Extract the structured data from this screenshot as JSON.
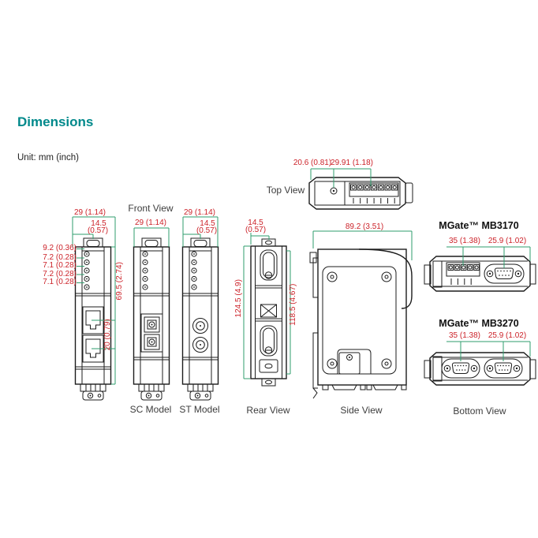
{
  "page": {
    "title": "Dimensions",
    "unit_label": "Unit: mm (inch)",
    "accent_color": "#00898b",
    "dim_text_color": "#cc2229",
    "dim_line_color": "#2f9e6e",
    "line_art_color": "#1c1c1c"
  },
  "labels": {
    "top_view": "Top View",
    "front_view": "Front View",
    "sc_model": "SC Model",
    "st_model": "ST Model",
    "rear_view": "Rear View",
    "side_view": "Side View",
    "bottom_view": "Bottom View"
  },
  "products": {
    "mb3170": "MGate™ MB3170",
    "mb3270": "MGate™ MB3270"
  },
  "dims": {
    "top": {
      "left_to_circle": "20.6 (0.81)",
      "circle_to_terminal": "29.91 (1.18)"
    },
    "front_eth": {
      "width": "29 (1.14)",
      "half_mm": "14.5",
      "half_in": "(0.57)",
      "led_spacing": [
        "9.2 (0.36)",
        "7.2 (0.28)",
        "7.1 (0.28)",
        "7.2 (0.28)",
        "7.1 (0.28)"
      ],
      "body_height": "69.5 (2.74)",
      "port_spacing": "20 (0.79)"
    },
    "front_sc": {
      "width": "29 (1.14)"
    },
    "front_st": {
      "width": "29 (1.14)",
      "half_mm": "14.5",
      "half_in": "(0.57)"
    },
    "rear": {
      "half_mm": "14.5",
      "half_in": "(0.57)",
      "outer_height": "124.5 (4.9)",
      "inner_height": "118.5 (4.67)"
    },
    "side": {
      "depth": "89.2 (3.51)"
    },
    "mb3170": {
      "block_to_db9": "35 (1.38)",
      "db9_to_edge": "25.9 (1.02)"
    },
    "mb3270": {
      "db9_to_db9": "35 (1.38)",
      "db9_to_edge": "25.9 (1.02)"
    }
  }
}
